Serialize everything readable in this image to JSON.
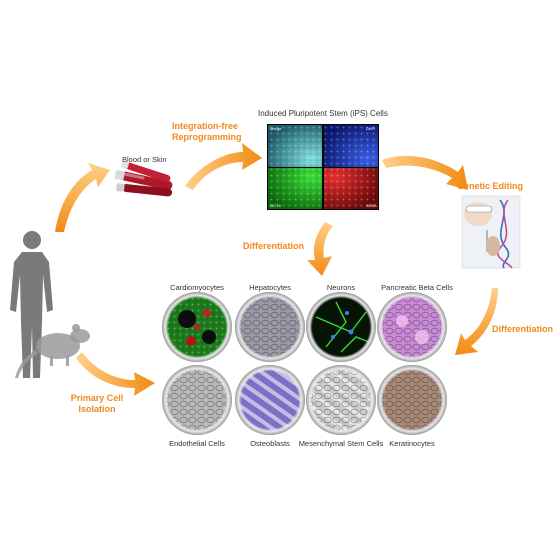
{
  "labels": {
    "blood_or_skin": "Blood or Skin",
    "reprogramming_1": "Integration-free",
    "reprogramming_2": "Reprogramming",
    "ips_title": "Induced Pluripotent Stem (iPS) Cells",
    "genetic_editing": "Genetic Editing",
    "differentiation_top": "Differentiation",
    "differentiation_right": "Differentiation",
    "primary_cell_1": "Primary Cell",
    "primary_cell_2": "Isolation",
    "ips_quadrants": [
      "Merge",
      "DAPI",
      "OCT4",
      "SSEA"
    ]
  },
  "cell_types": [
    {
      "name": "Cardiomyocytes",
      "color": "#2e8b2e"
    },
    {
      "name": "Hepatocytes",
      "color": "#9a9aa6"
    },
    {
      "name": "Neurons",
      "color": "#1d6b1d"
    },
    {
      "name": "Pancreatic Beta Cells",
      "color": "#c77fd1"
    },
    {
      "name": "Endothelial Cells",
      "color": "#b4b4b4"
    },
    {
      "name": "Osteoblasts",
      "color": "#8a78c8"
    },
    {
      "name": "Mesenchymal Stem Cells",
      "color": "#c9c9c9"
    },
    {
      "name": "Keratinocytes",
      "color": "#a78b7a"
    }
  ],
  "colors": {
    "arrow": "#f59a24",
    "label_orange": "#f08a1c",
    "silhouette": "#7a7a7a"
  }
}
